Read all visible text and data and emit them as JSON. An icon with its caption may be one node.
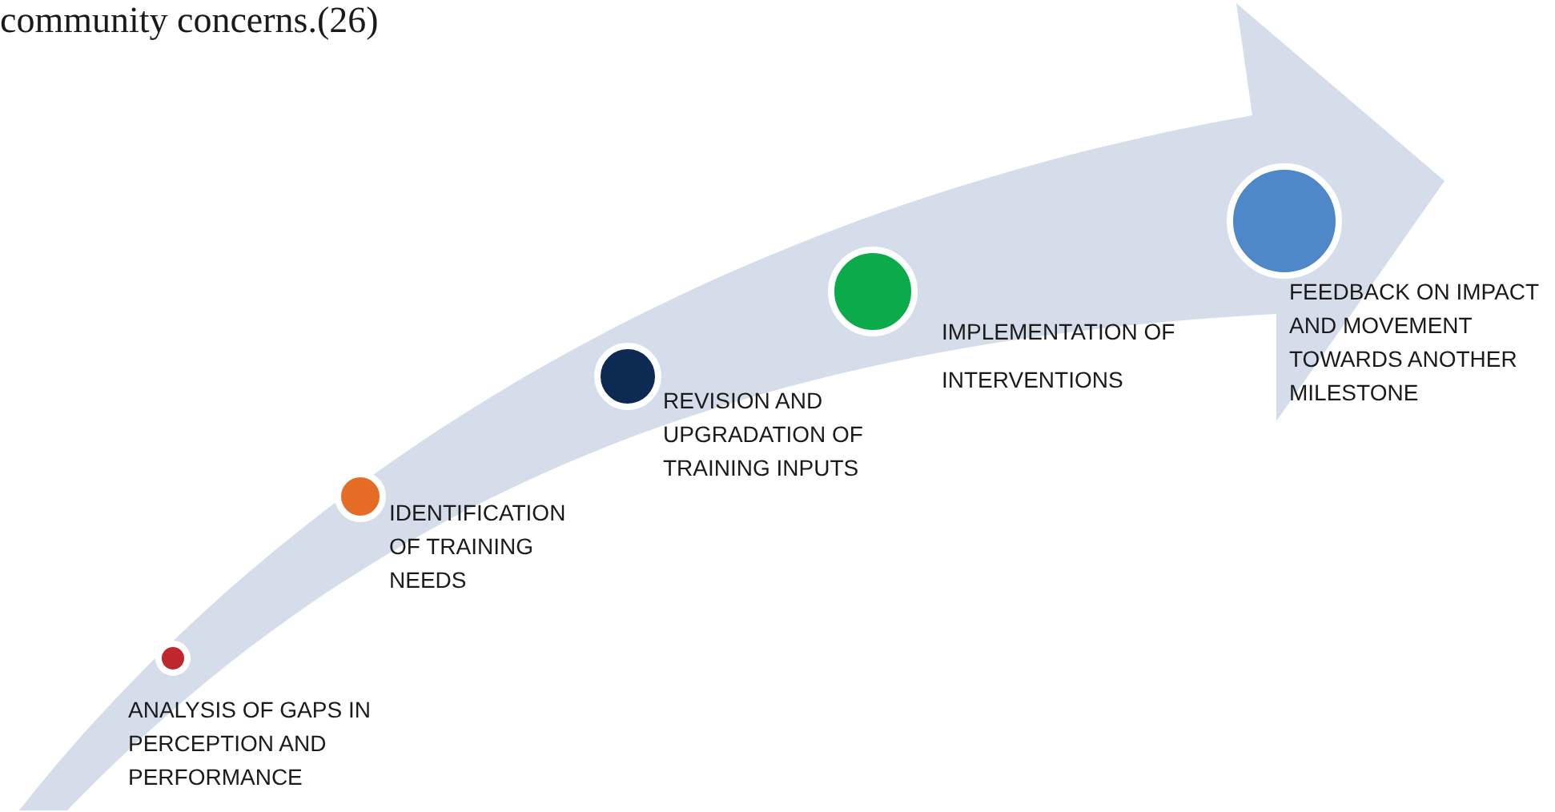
{
  "diagram": {
    "nodes": [
      {
        "text": [],
        "shape": "circle",
        "beside": [
          "ANALYSIS OF GAPS IN PERCEPTION AND PERFORMANCE"
        ]
      },
      {
        "text": [],
        "shape": "circle",
        "beside": [
          "IDENTIFICATION OF TRAINING NEEDS"
        ]
      },
      {
        "text": [],
        "shape": "circle",
        "beside": [
          "REVISION AND UPGRADATION OF TRAINING INPUTS"
        ]
      },
      {
        "text": [],
        "shape": "circle",
        "beside": [
          "IMPLEMENTATION OF INTERVENTIONS"
        ]
      },
      {
        "text": [],
        "shape": "circle",
        "beside": [
          "FEEDBACK ON IMPACT AND MOVEMENT TOWARDS ANOTHER MILESTONE"
        ]
      }
    ],
    "labels": [
      "community concerns.(26)"
    ]
  }
}
